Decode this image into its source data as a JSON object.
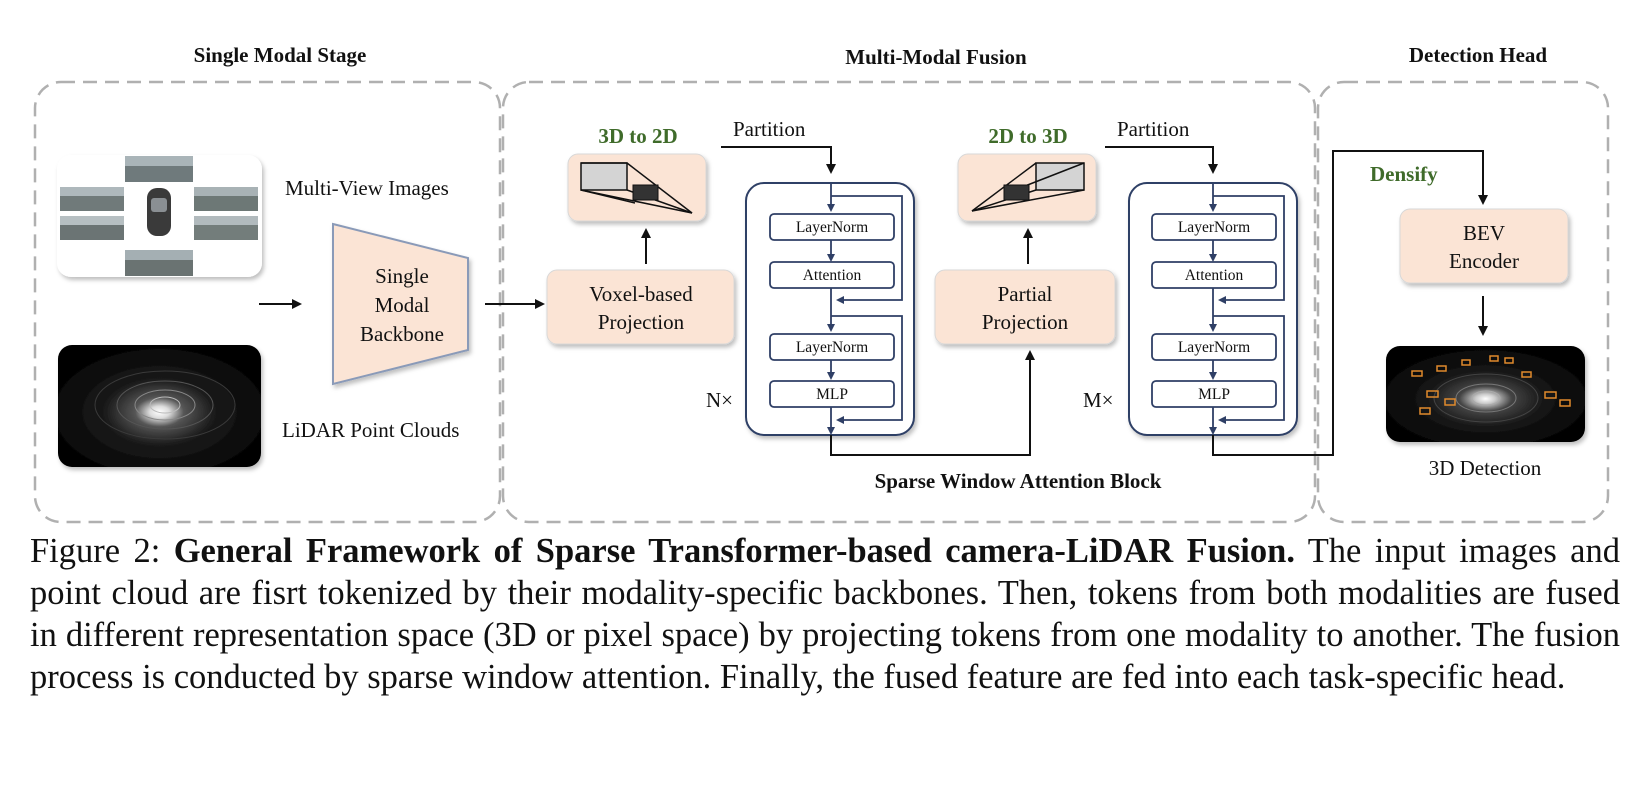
{
  "sections": {
    "single_modal": "Single Modal Stage",
    "fusion": "Multi-Modal Fusion",
    "head": "Detection Head"
  },
  "labels": {
    "multi_view_images": "Multi-View Images",
    "lidar_point_clouds": "LiDAR Point Clouds",
    "backbone": [
      "Single",
      "Modal",
      "Backbone"
    ],
    "three_d_to_two_d": "3D to 2D",
    "two_d_to_three_d": "2D to 3D",
    "partition_left": "Partition",
    "partition_right": "Partition",
    "voxel_projection": [
      "Voxel-based",
      "Projection"
    ],
    "partial_projection": [
      "Partial",
      "Projection"
    ],
    "n_times": "N×",
    "m_times": "M×",
    "densify": "Densify",
    "bev_encoder": [
      "BEV",
      "Encoder"
    ],
    "detection_3d": "3D Detection",
    "sparse_block": "Sparse Window Attention Block"
  },
  "block_left": [
    "LayerNorm",
    "Attention",
    "LayerNorm",
    "MLP"
  ],
  "block_right": [
    "LayerNorm",
    "Attention",
    "LayerNorm",
    "MLP"
  ],
  "caption": {
    "prefix": "Figure 2: ",
    "title": "General Framework of Sparse Transformer-based camera-LiDAR Fusion.",
    "body": " The input images and point cloud are fisrt tokenized by their modality-specific backbones. Then, tokens from both modalities are fused in different representation space (3D or pixel space) by projecting tokens from one modality to another. The fusion process is conducted by sparse window attention. Finally, the fused feature are fed into each task-specific head."
  },
  "colors": {
    "peach": "#fbe4d5",
    "navy": "#2f3f66",
    "dashed": "#b0b0b0",
    "green_title": "#3f6b2a"
  }
}
